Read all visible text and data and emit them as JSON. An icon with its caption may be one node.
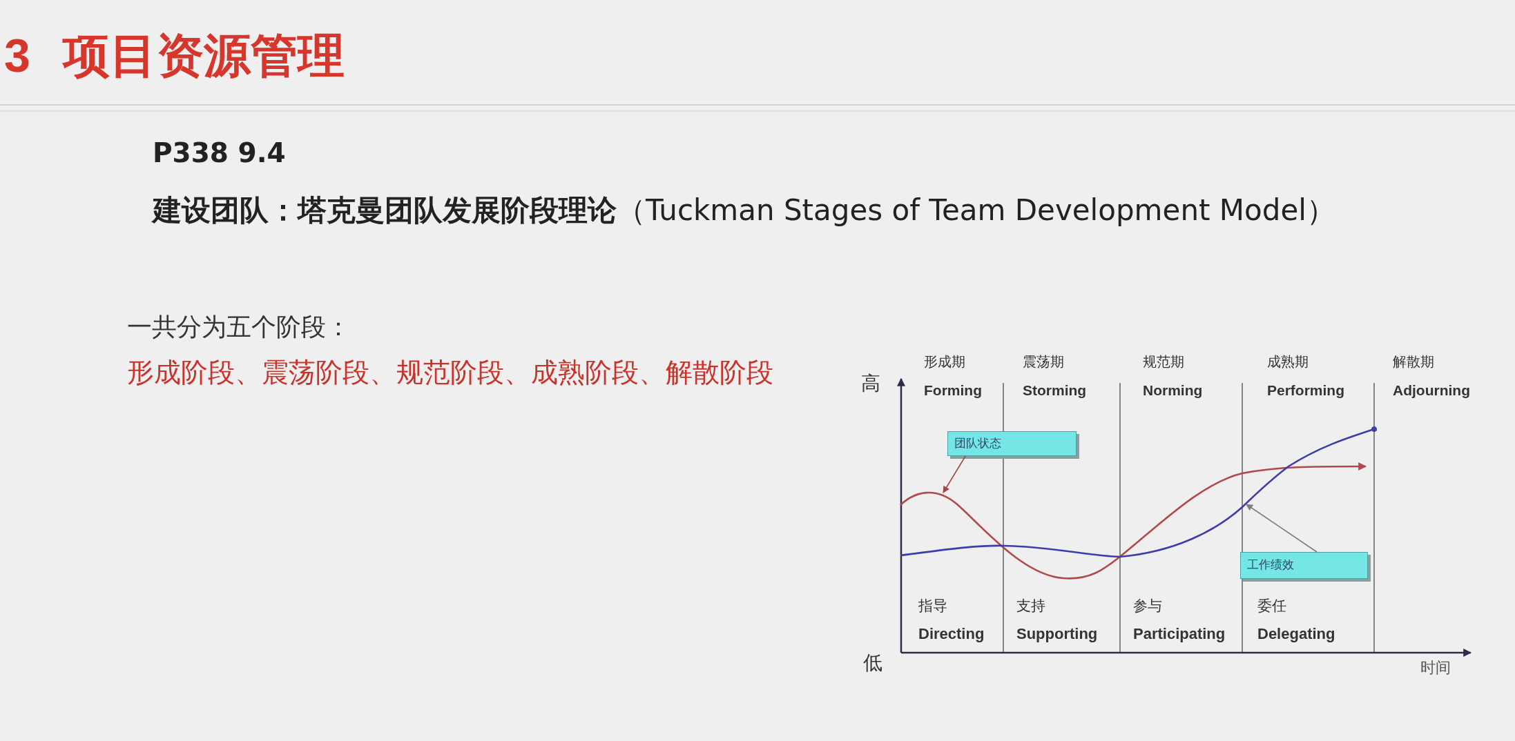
{
  "diagram": {
    "title": "3 项目资源管理",
    "nodes": [
      {
        "text": [
          "团队状态"
        ]
      },
      {
        "text": [
          "工作绩效"
        ]
      }
    ],
    "edges": [
      {
        "from": 0,
        "to": null,
        "arrow": "to",
        "color": "#a04848"
      },
      {
        "from": 1,
        "to": null,
        "arrow": "to"
      }
    ],
    "labels": [
      "P338 9.4",
      "**建设团队：塔克曼团队发展阶段理论**（Tuckman Stages of Team Development Model）",
      "一共分为五个阶段：",
      "形成阶段、震荡阶段、规范阶段、成熟阶段、解散阶段",
      "形成期",
      "震荡期",
      "规范期",
      "成熟期",
      "解散期",
      "高",
      "Forming",
      "Storming",
      "Norming",
      "Performing",
      "Adjourning",
      "指导",
      "支持",
      "参与",
      "委任",
      "Directing",
      "Supporting",
      "Participating",
      "Delegating",
      "低",
      "时间"
    ]
  }
}
